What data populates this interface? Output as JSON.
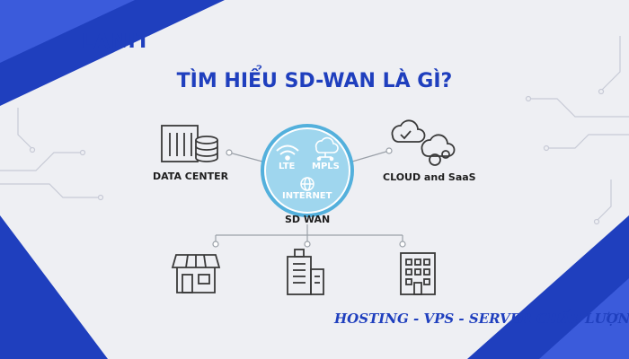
{
  "brand": {
    "logo_text": "LANIT"
  },
  "title": "TÌM HIỂU SD-WAN LÀ GÌ?",
  "hub": {
    "label": "SD WAN",
    "items": [
      "LTE",
      "MPLS",
      "INTERNET"
    ]
  },
  "nodes": {
    "left": "DATA CENTER",
    "right": "CLOUD and SaaS"
  },
  "tagline": "HOSTING - VPS - SERVER CHẤT LƯỢNG",
  "colors": {
    "brand_blue": "#1f3fbe",
    "hub_fill": "#9fd6ee",
    "hub_ring": "#53b0dc",
    "line_gray": "#9aa0a8",
    "background": "#eeeff3"
  },
  "icons": [
    "building-icon",
    "database-icon",
    "wifi-icon",
    "cloud-network-icon",
    "globe-icon",
    "cloud-check-icon",
    "cloud-gears-icon",
    "store-icon",
    "office-tower-icon",
    "apartment-icon"
  ]
}
